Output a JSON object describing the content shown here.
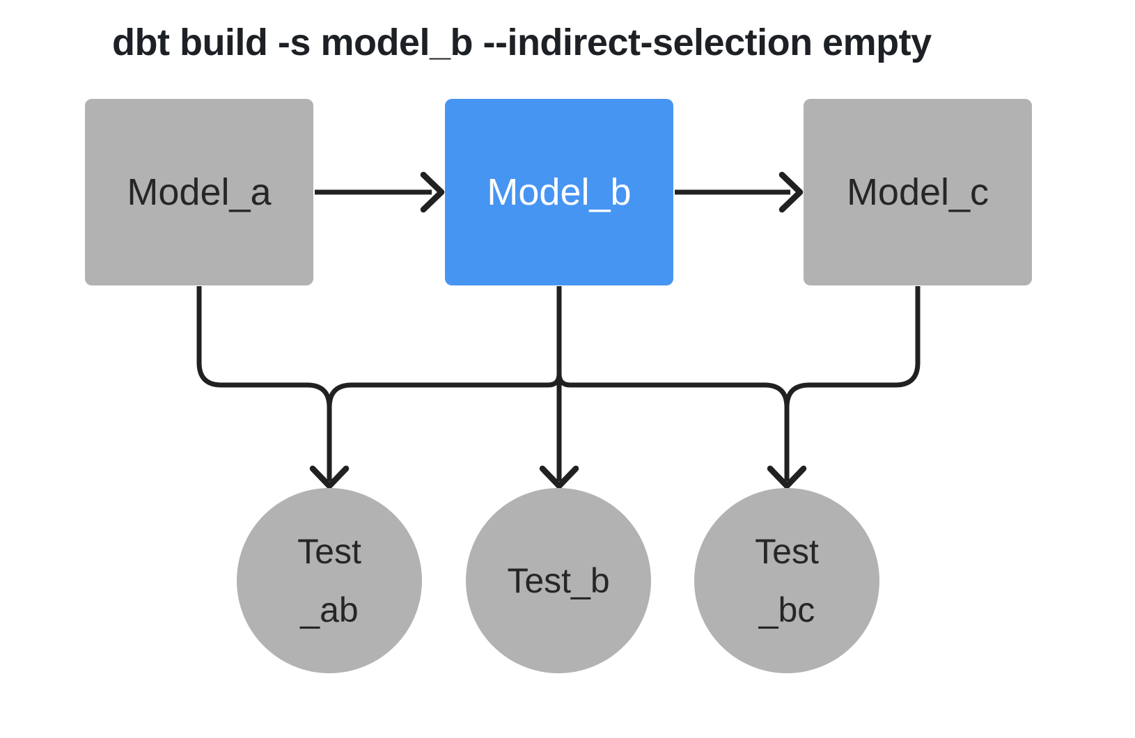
{
  "title": "dbt build -s model_b --indirect-selection empty",
  "colors": {
    "background": "#ffffff",
    "node_fill_gray": "#b2b2b2",
    "node_fill_selected_blue": "#4795f2",
    "node_text_dark": "#262626",
    "node_text_light": "#ffffff",
    "edge_stroke": "#212121",
    "title_text": "#1d2025"
  },
  "diagram": {
    "models": [
      {
        "id": "model_a",
        "label": "Model_a",
        "selected": false
      },
      {
        "id": "model_b",
        "label": "Model_b",
        "selected": true
      },
      {
        "id": "model_c",
        "label": "Model_c",
        "selected": false
      }
    ],
    "tests": [
      {
        "id": "test_ab",
        "lines": [
          "Test",
          "_ab"
        ]
      },
      {
        "id": "test_b",
        "lines": [
          "Test_b"
        ]
      },
      {
        "id": "test_bc",
        "lines": [
          "Test",
          "_bc"
        ]
      }
    ],
    "edges": [
      {
        "from": "model_a",
        "to": "model_b"
      },
      {
        "from": "model_b",
        "to": "model_c"
      },
      {
        "from": "model_a",
        "to": "test_ab"
      },
      {
        "from": "model_b",
        "to": "test_ab"
      },
      {
        "from": "model_b",
        "to": "test_b"
      },
      {
        "from": "model_b",
        "to": "test_bc"
      },
      {
        "from": "model_c",
        "to": "test_bc"
      }
    ]
  }
}
